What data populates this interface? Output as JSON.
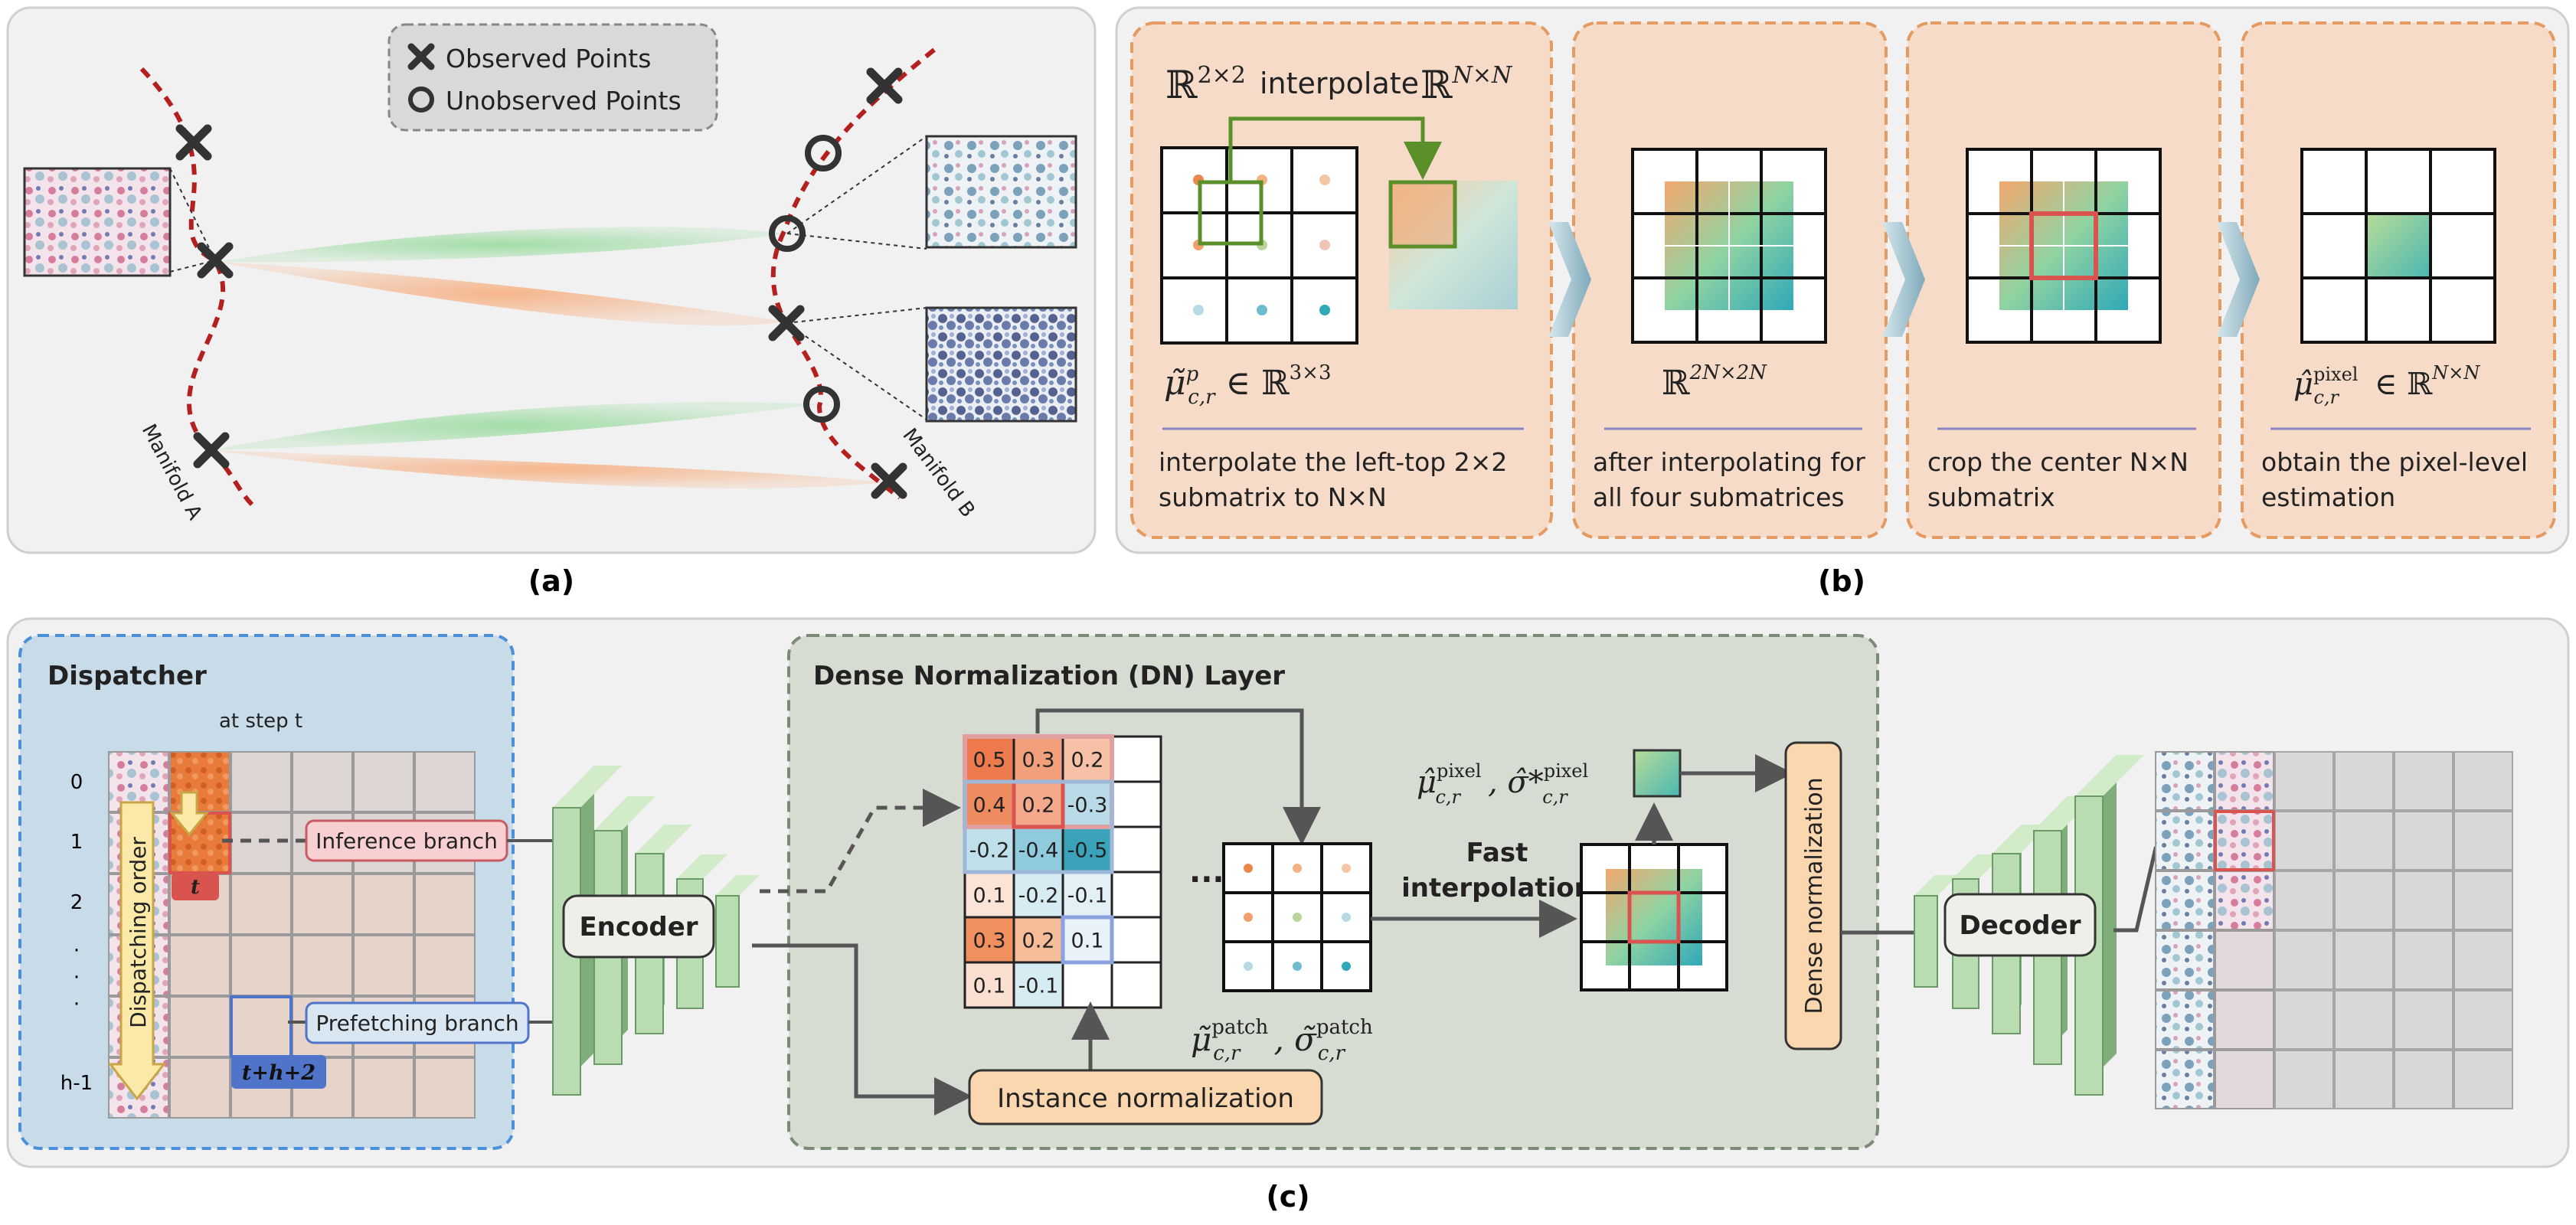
{
  "colors": {
    "panel_bg": "#f1f1f1",
    "panel_border": "#cfcfcf",
    "manifold": "#b3201d",
    "green_flow": "#9fdca5",
    "orange_flow": "#f6b388",
    "step_bg": "#f6dcc8",
    "step_border": "#e49a60",
    "dispatcher_bg": "#c8dbe9",
    "dispatcher_border": "#4a90d9",
    "dn_bg": "#d6dcd2",
    "block_green": "#b9dcb3",
    "block_green_dark": "#7fae7b",
    "peach": "#fbd7b0",
    "pink": "#f9d0d2",
    "blue_tag": "#4f74c9",
    "red_tag": "#d9534f"
  },
  "panel_a": {
    "caption": "(a)",
    "legend": {
      "observed": "Observed Points",
      "unobserved": "Unobserved Points"
    },
    "manifold_a": "Manifold A",
    "manifold_b": "Manifold B"
  },
  "panel_b": {
    "caption": "(b)",
    "math_top_left": "ℝ",
    "math_top_left_sup": "2×2",
    "interpolate_word": "interpolate",
    "math_top_right": "ℝ",
    "math_top_right_sup": "N×N",
    "steps": [
      {
        "math": "μ̃ᵖ_{c,r} ∈ ℝ^{3×3}",
        "desc_lines": [
          "interpolate the left-top 2×2",
          "submatrix to N×N"
        ]
      },
      {
        "math": "ℝ^{2N×2N}",
        "desc_lines": [
          "after interpolating for",
          "all four submatrices"
        ]
      },
      {
        "math": "",
        "desc_lines": [
          "crop the center N×N",
          "submatrix"
        ]
      },
      {
        "math": "μ̂^{pixel}_{c,r} ∈ ℝ^{N×N}",
        "desc_lines": [
          "obtain the pixel-level",
          "estimation"
        ]
      }
    ]
  },
  "panel_c": {
    "caption": "(c)",
    "dispatcher": {
      "title": "Dispatcher",
      "step_label": "at step t",
      "row_labels": [
        "0",
        "1",
        "2",
        "·",
        "·",
        "·",
        "h-1"
      ],
      "order_label": "Dispatching order",
      "t_tag": "t",
      "th2_tag": "t+h+2",
      "inference_branch": "Inference branch",
      "prefetching_branch": "Prefetching branch"
    },
    "encoder": "Encoder",
    "decoder": "Decoder",
    "dn_title": "Dense Normalization (DN) Layer",
    "matrix": [
      [
        "0.5",
        "0.3",
        "0.2",
        ""
      ],
      [
        "0.4",
        "0.2",
        "-0.3",
        ""
      ],
      [
        "-0.2",
        "-0.4",
        "-0.5",
        ""
      ],
      [
        "0.1",
        "-0.2",
        "-0.1",
        ""
      ],
      [
        "0.3",
        "0.2",
        "0.1",
        ""
      ],
      [
        "0.1",
        "-0.1",
        "",
        ""
      ]
    ],
    "ellipsis": "···",
    "patch_math": "μ̃^{patch}_{c,r} , σ̃^{patch}_{c,r}",
    "fast_interp": [
      "Fast",
      "interpolation"
    ],
    "pixel_math": "μ̂^{pixel}_{c,r} , σ̂*^{pixel}_{c,r}",
    "instance_norm": "Instance normalization",
    "dense_norm": "Dense normalization"
  }
}
